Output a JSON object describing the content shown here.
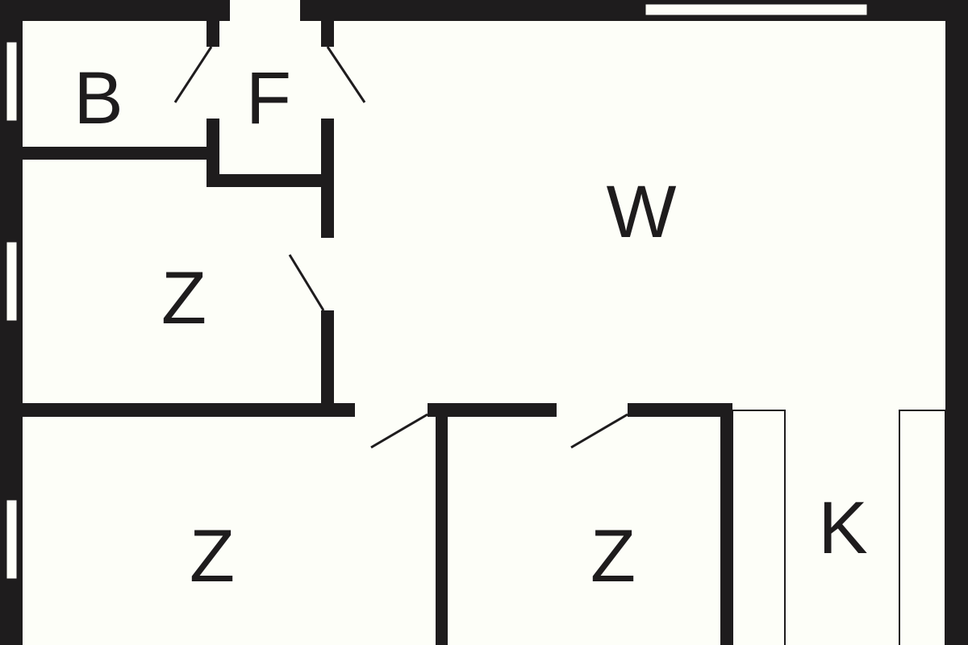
{
  "floor_plan": {
    "rooms": [
      {
        "id": "bathroom",
        "label": "B"
      },
      {
        "id": "hallway",
        "label": "F"
      },
      {
        "id": "living-room",
        "label": "W"
      },
      {
        "id": "room-1",
        "label": "Z"
      },
      {
        "id": "room-2",
        "label": "Z"
      },
      {
        "id": "room-3",
        "label": "Z"
      },
      {
        "id": "kitchen",
        "label": "K"
      }
    ],
    "colors": {
      "wall": "#1e1c1d",
      "background": "#fdfef8"
    }
  }
}
